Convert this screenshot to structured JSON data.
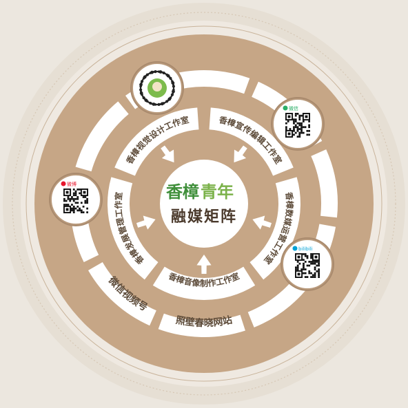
{
  "center": {
    "brand_part1": "香樟",
    "brand_part2": "青年",
    "subtitle": "融媒矩阵"
  },
  "inner_ring": [
    {
      "label": "香樟视觉设计工作室"
    },
    {
      "label": "香樟宣传编辑工作室"
    },
    {
      "label": "香樟数媒运营工作室"
    },
    {
      "label": "香樟音像制作工作室"
    },
    {
      "label": "香樟发展管理工作室"
    }
  ],
  "outer_ring": [
    {
      "label": "微信视频号"
    },
    {
      "label": "照壁春晓网站"
    }
  ],
  "qr_codes": [
    {
      "platform": "wechat-channels",
      "icon": "mascot-icon",
      "label": ""
    },
    {
      "platform": "wechat",
      "icon": "wechat-icon",
      "label": "微信"
    },
    {
      "platform": "weibo",
      "icon": "weibo-icon",
      "label": "微博"
    },
    {
      "platform": "bilibili",
      "icon": "bilibili-icon",
      "label": "bilibili"
    }
  ],
  "colors": {
    "background": "#ece7df",
    "ring_fill": "#c6a686",
    "ring_light": "#e9dccd",
    "segment": "#ffffff",
    "text": "#5c4a38",
    "brand_green": "#3f8f3a",
    "brand_lightgreen": "#7bb24a",
    "arrow": "#ffffff",
    "badge_border": "#b99a7c"
  }
}
